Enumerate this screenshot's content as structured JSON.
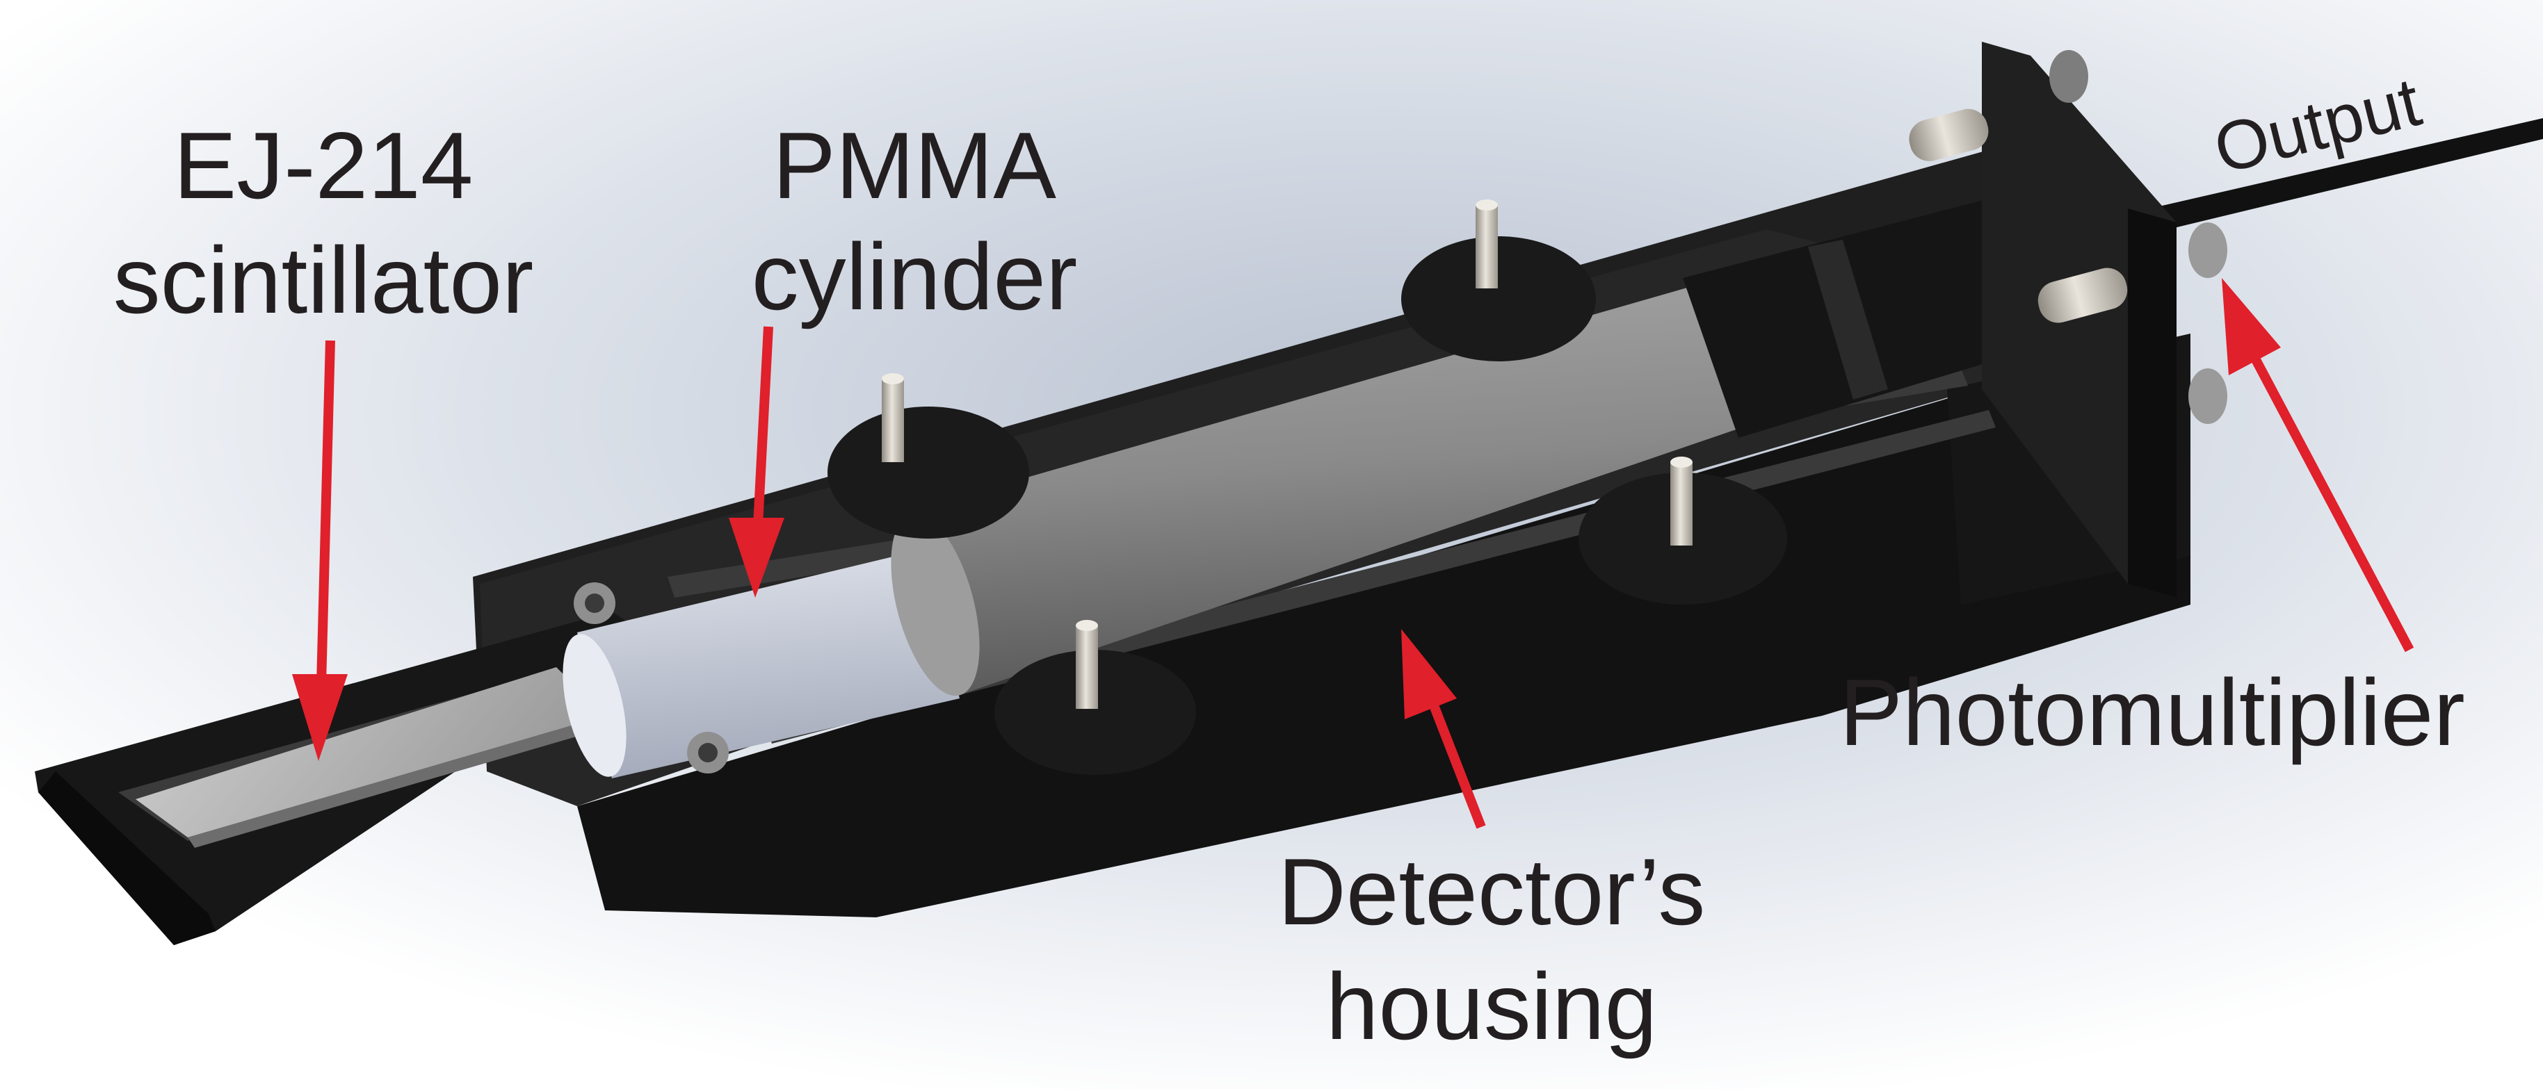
{
  "labels": {
    "scintillator_line1": "EJ-214",
    "scintillator_line2": "scintillator",
    "pmma_line1": "PMMA",
    "pmma_line2": "cylinder",
    "output": "Output",
    "photomultiplier": "Photomultiplier",
    "housing_line1": "Detector’s",
    "housing_line2": "housing"
  },
  "colors": {
    "arrow": "#e0202b",
    "text": "#231f20",
    "housing": "#1c1c1c",
    "pmma": "#c8cdd8",
    "scintillator": "#b4b4b4",
    "tube": "#8b8b8b",
    "pins": "#d4d0c8"
  }
}
